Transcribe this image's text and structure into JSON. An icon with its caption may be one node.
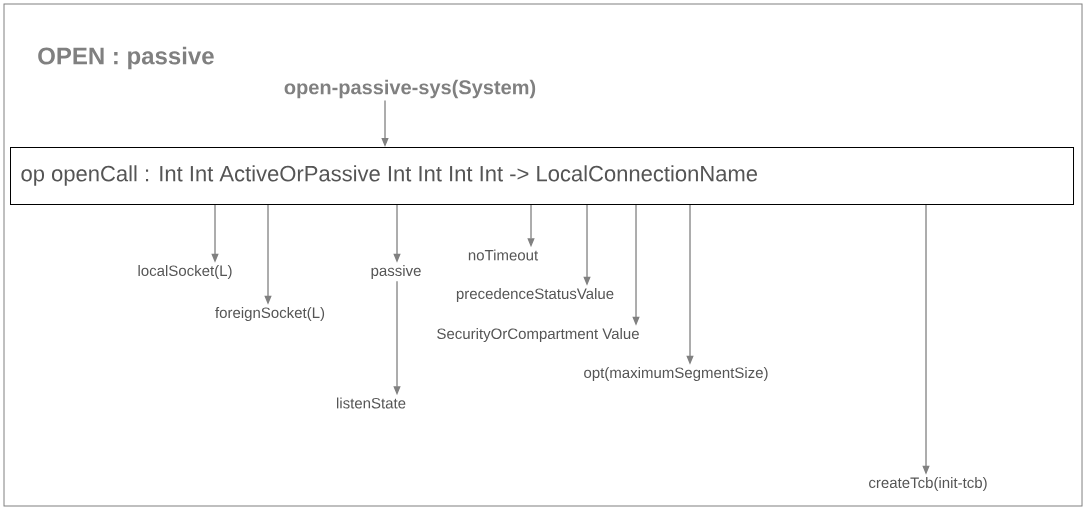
{
  "diagram": {
    "title": "OPEN : passive",
    "nodes": [
      {
        "text": [
          "open-passive-sys(System)"
        ]
      },
      {
        "text": [
          "op openCall : Int Int ActiveOrPassive Int Int Int Int -> LocalConnectionName"
        ]
      },
      {
        "text": [
          "localSocket(L)"
        ]
      },
      {
        "text": [
          "foreignSocket(L)"
        ]
      },
      {
        "text": [
          "passive"
        ]
      },
      {
        "text": [
          "noTimeout"
        ]
      },
      {
        "text": [
          "precedenceStatusValue"
        ]
      },
      {
        "text": [
          "SecurityOrCompartment Value"
        ]
      },
      {
        "text": [
          "opt(maximumSegmentSize)"
        ]
      },
      {
        "text": [
          "listenState"
        ]
      },
      {
        "text": [
          "createTcb(init-tcb)"
        ]
      }
    ],
    "edges": [
      {
        "from": 0,
        "to": 1,
        "arrow": "to"
      },
      {
        "from": 1,
        "to": 2,
        "arrow": "to"
      },
      {
        "from": 1,
        "to": 3,
        "arrow": "to"
      },
      {
        "from": 1,
        "to": 4,
        "arrow": "to"
      },
      {
        "from": 4,
        "to": 9,
        "arrow": "to"
      },
      {
        "from": 1,
        "to": 5,
        "arrow": "to"
      },
      {
        "from": 1,
        "to": 6,
        "arrow": "to"
      },
      {
        "from": 1,
        "to": 7,
        "arrow": "to"
      },
      {
        "from": 1,
        "to": 8,
        "arrow": "to"
      },
      {
        "from": 1,
        "to": 10,
        "arrow": "to"
      }
    ]
  }
}
